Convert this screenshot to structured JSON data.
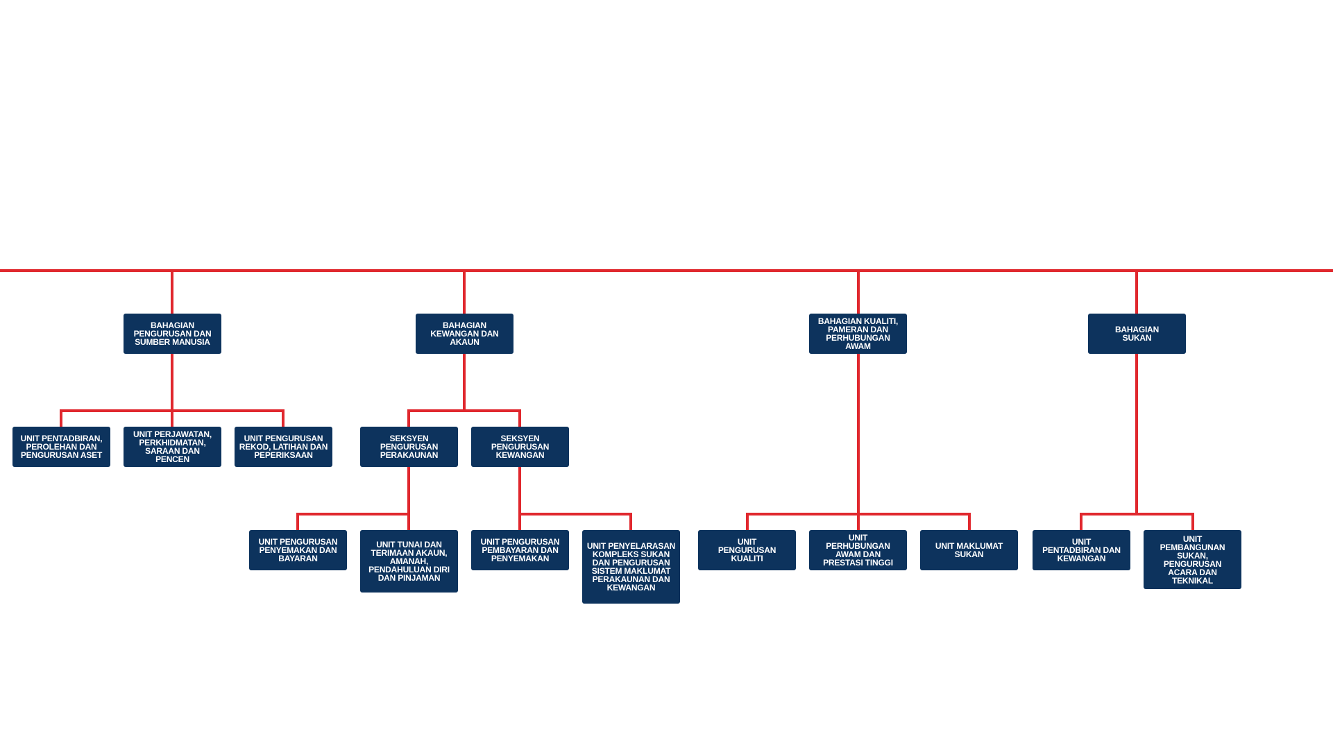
{
  "colors": {
    "box": "#0d335d",
    "connector": "#e0282e",
    "text": "#ffffff"
  },
  "divisions": [
    {
      "label": "BAHAGIAN PENGURUSAN DAN SUMBER MANUSIA",
      "children": [
        {
          "label": "UNIT PENTADBIRAN, PEROLEHAN DAN PENGURUSAN ASET"
        },
        {
          "label": "UNIT PERJAWATAN, PERKHIDMATAN, SARAAN DAN PENCEN"
        },
        {
          "label": "UNIT PENGURUSAN REKOD, LATIHAN DAN PEPERIKSAAN"
        }
      ]
    },
    {
      "label": "BAHAGIAN KEWANGAN DAN AKAUN",
      "children": [
        {
          "label": "SEKSYEN PENGURUSAN PERAKAUNAN",
          "children": [
            {
              "label": "UNIT PENGURUSAN PENYEMAKAN DAN BAYARAN"
            },
            {
              "label": "UNIT TUNAI DAN TERIMAAN AKAUN, AMANAH, PENDAHULUAN DIRI DAN PINJAMAN"
            }
          ]
        },
        {
          "label": "SEKSYEN PENGURUSAN KEWANGAN",
          "children": [
            {
              "label": "UNIT PENGURUSAN PEMBAYARAN DAN PENYEMAKAN"
            },
            {
              "label": "UNIT PENYELARASAN KOMPLEKS SUKAN DAN PENGURUSAN SISTEM MAKLUMAT PERAKAUNAN DAN KEWANGAN"
            }
          ]
        }
      ]
    },
    {
      "label": "BAHAGIAN KUALITI, PAMERAN DAN PERHUBUNGAN AWAM",
      "children": [
        {
          "label": "UNIT PENGURUSAN KUALITI"
        },
        {
          "label": "UNIT PERHUBUNGAN AWAM DAN PRESTASI TINGGI"
        },
        {
          "label": "UNIT MAKLUMAT SUKAN"
        }
      ]
    },
    {
      "label": "BAHAGIAN SUKAN",
      "children": [
        {
          "label": "UNIT PENTADBIRAN DAN KEWANGAN"
        },
        {
          "label": "UNIT PEMBANGUNAN SUKAN, PENGURUSAN ACARA DAN TEKNIKAL"
        }
      ]
    }
  ]
}
